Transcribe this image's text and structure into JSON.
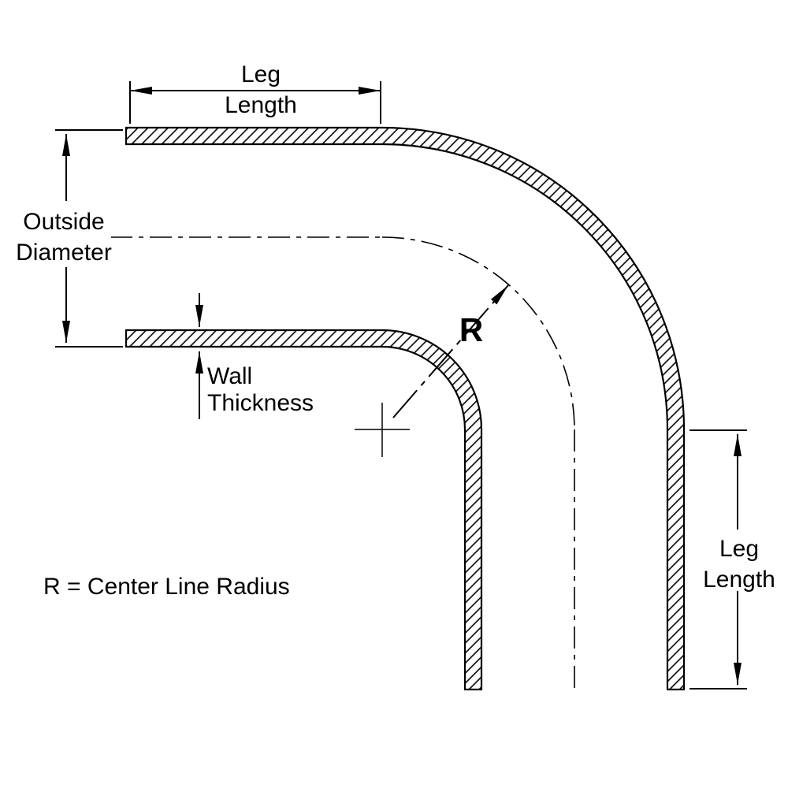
{
  "diagram": {
    "kind": "90-degree-elbow-technical-drawing",
    "labels": {
      "top_dim_line1": "Leg",
      "top_dim_line2": "Length",
      "od_line1": "Outside",
      "od_line2": "Diameter",
      "wall_line1": "Wall",
      "wall_line2": "Thickness",
      "radius": "R",
      "legend": "R = Center Line Radius",
      "right_dim_line1": "Leg",
      "right_dim_line2": "Length"
    },
    "colors": {
      "stroke": "#000000",
      "od_text": "#ff0000",
      "background": "#ffffff"
    }
  }
}
